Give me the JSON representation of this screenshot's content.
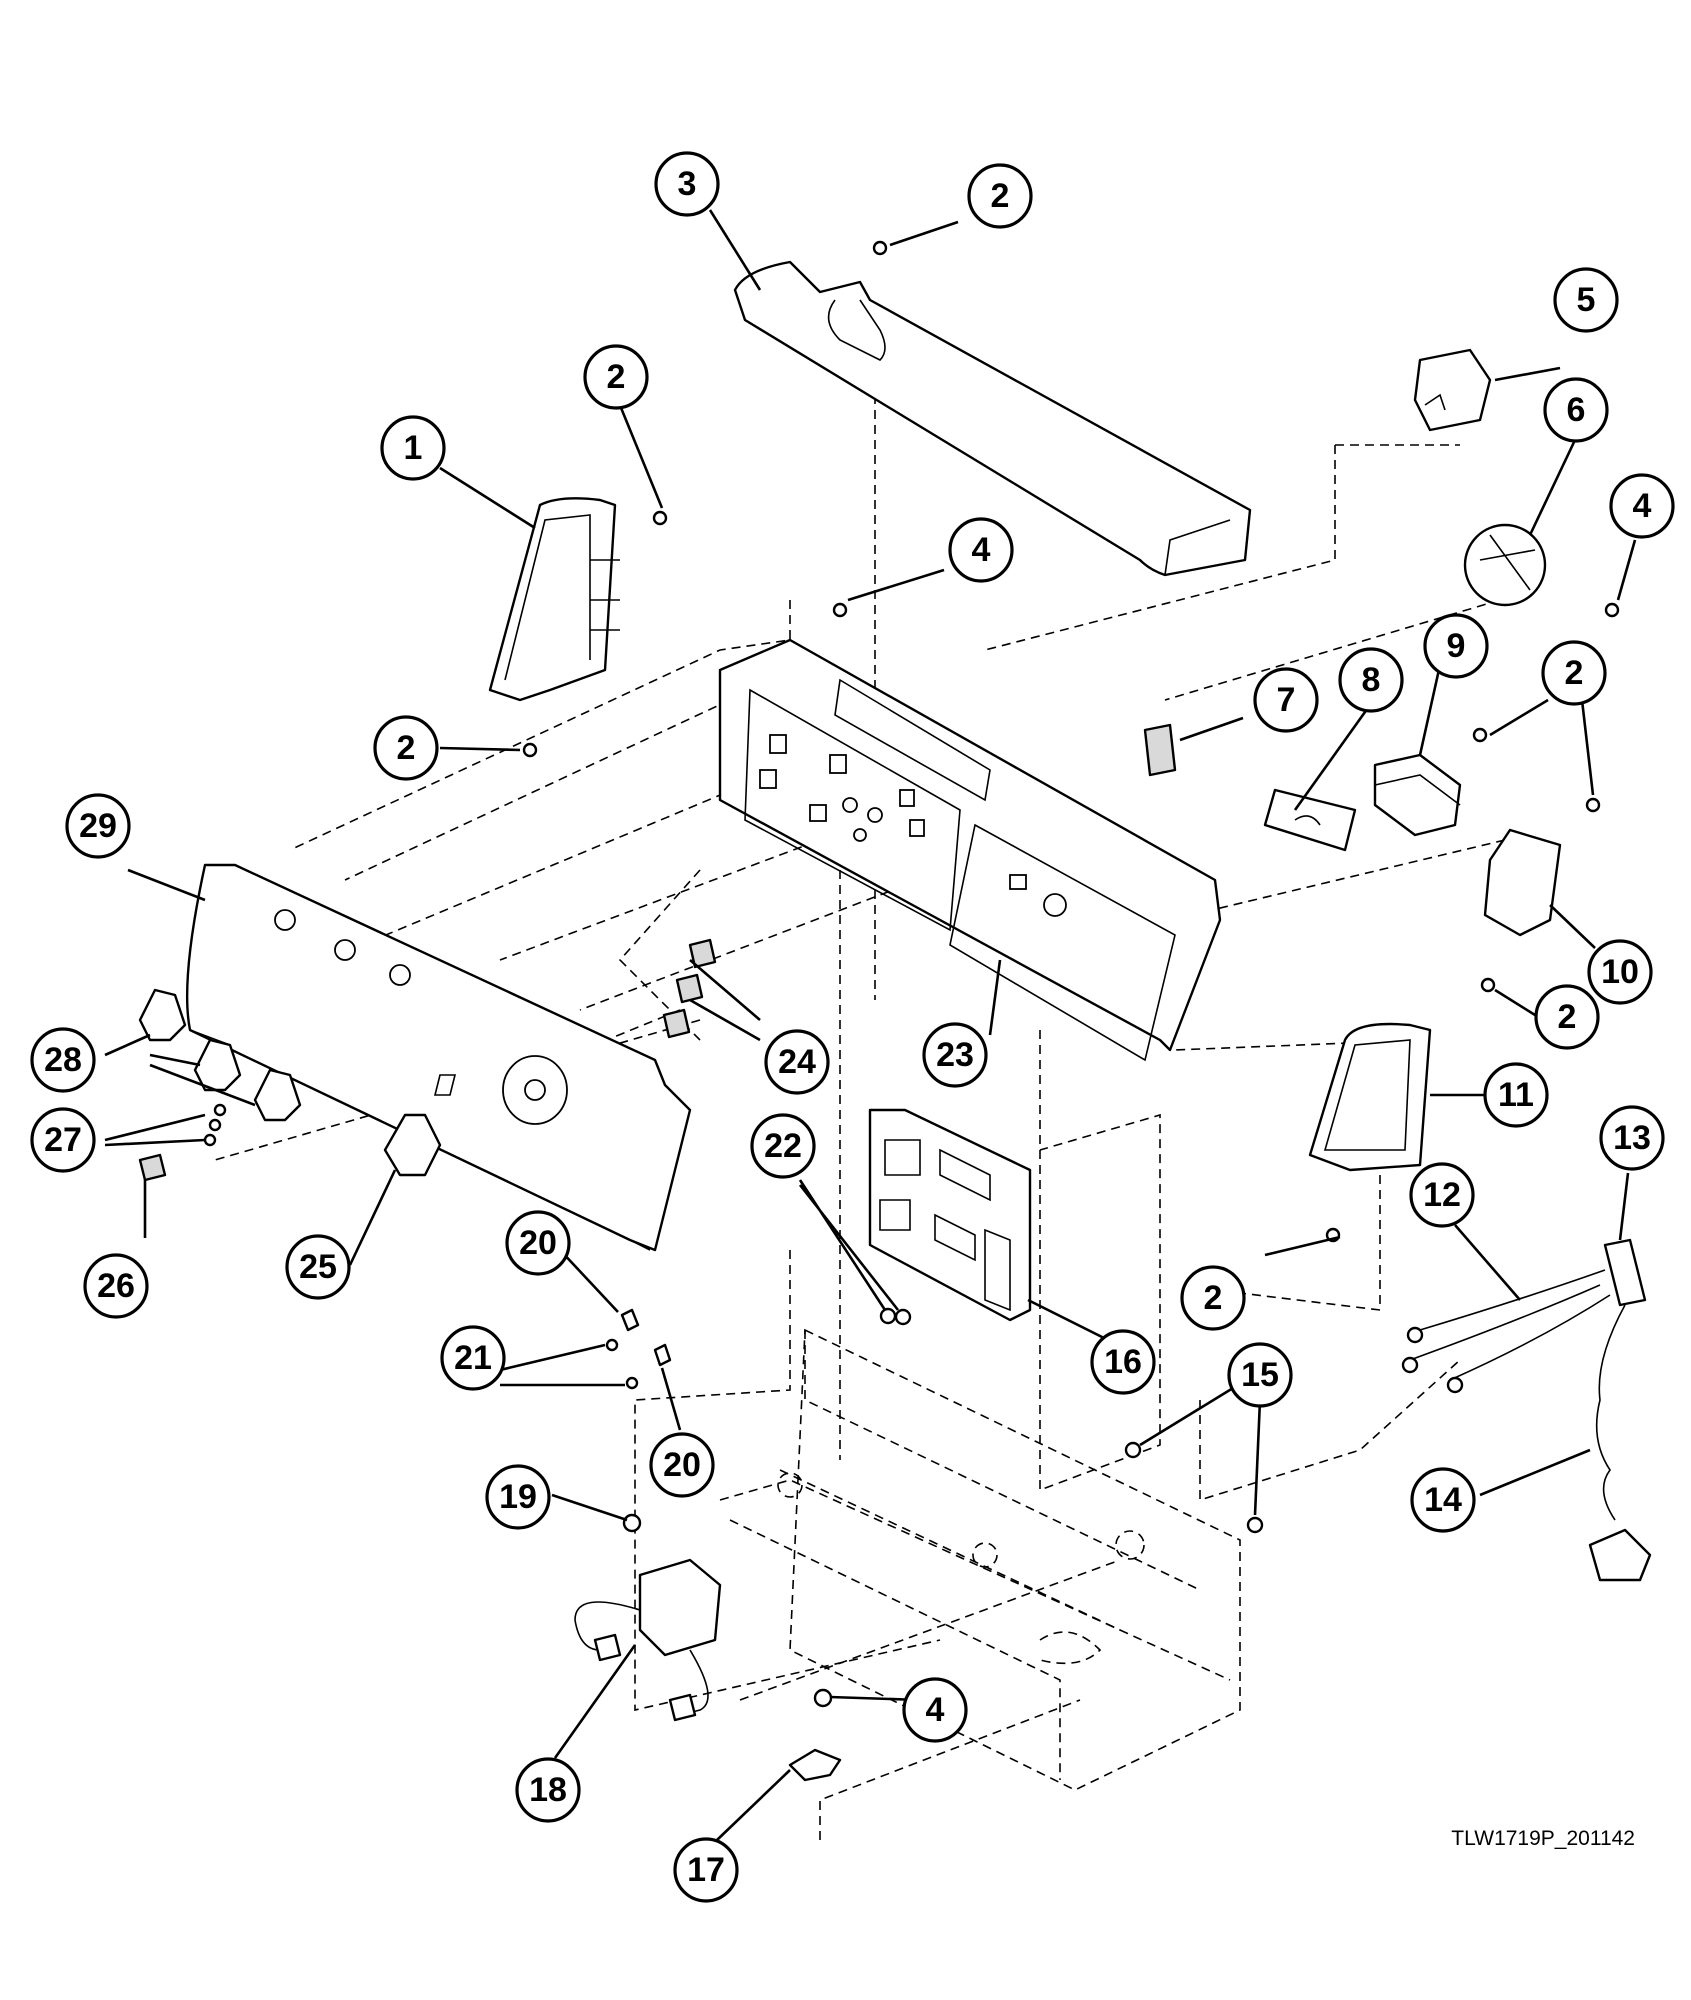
{
  "drawing_code": "TLW1719P_201142",
  "callouts": [
    {
      "label": "1"
    },
    {
      "label": "2"
    },
    {
      "label": "2"
    },
    {
      "label": "3"
    },
    {
      "label": "2"
    },
    {
      "label": "4"
    },
    {
      "label": "5"
    },
    {
      "label": "6"
    },
    {
      "label": "4"
    },
    {
      "label": "7"
    },
    {
      "label": "8"
    },
    {
      "label": "9"
    },
    {
      "label": "2"
    },
    {
      "label": "10"
    },
    {
      "label": "2"
    },
    {
      "label": "11"
    },
    {
      "label": "29"
    },
    {
      "label": "23"
    },
    {
      "label": "24"
    },
    {
      "label": "28"
    },
    {
      "label": "27"
    },
    {
      "label": "26"
    },
    {
      "label": "25"
    },
    {
      "label": "22"
    },
    {
      "label": "16"
    },
    {
      "label": "20"
    },
    {
      "label": "21"
    },
    {
      "label": "20"
    },
    {
      "label": "19"
    },
    {
      "label": "18"
    },
    {
      "label": "4"
    },
    {
      "label": "17"
    },
    {
      "label": "15"
    },
    {
      "label": "2"
    },
    {
      "label": "12"
    },
    {
      "label": "13"
    },
    {
      "label": "14"
    }
  ]
}
